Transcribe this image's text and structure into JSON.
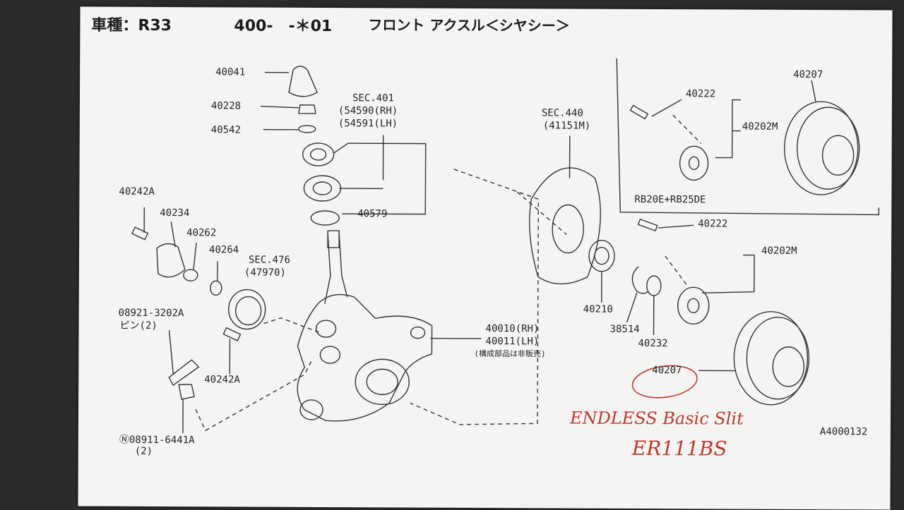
{
  "header": {
    "model": "車種：R33",
    "code": "400-　-＊01",
    "title": "フロント アクスル＜シヤシー＞"
  },
  "parts": {
    "p40041": "40041",
    "p40228": "40228",
    "p40542": "40542",
    "sec401": "SEC.401",
    "p54590": "(54590(RH)",
    "p54591": "(54591(LH)",
    "p40579": "40579",
    "p40242a_top": "40242A",
    "p40234": "40234",
    "p40262": "40262",
    "p40264": "40264",
    "sec476": "SEC.476",
    "p47970": "(47970)",
    "p08921": "08921-3202A",
    "pin": "ピン(2)",
    "p40242a_mid": "40242A",
    "p08911": "Ⓝ08911-6441A",
    "p08911_qty": "(2)",
    "p40010": "40010(RH)",
    "p40011": "40011(LH)",
    "not_sold": "(構成部品は非販売)",
    "sec440": "SEC.440",
    "p41151m": "(41151M)",
    "p40210": "40210",
    "p38514": "38514",
    "p40232": "40232",
    "p40222_inset": "40222",
    "p40202m_inset": "40202M",
    "p40207_inset": "40207",
    "engine": "RB20E+RB25DE",
    "p40222": "40222",
    "p40202m": "40202M",
    "p40207": "40207",
    "doc_id": "A4000132"
  },
  "handwritten": {
    "line1": "ENDLESS Basic Slit",
    "line2": "ER111BS"
  },
  "colors": {
    "ink": "#222222",
    "handwriting": "#c0392b",
    "paper": "#f4f4f2"
  }
}
